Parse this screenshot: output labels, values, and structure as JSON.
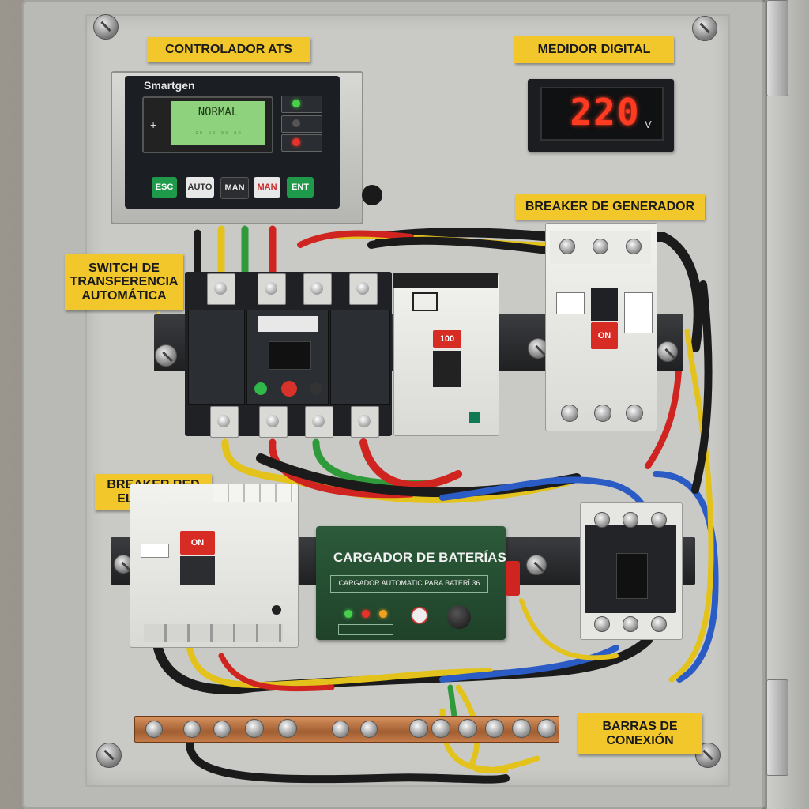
{
  "labels": {
    "ats_controller": "CONTROLADOR ATS",
    "digital_meter": "MEDIDOR DIGITAL",
    "generator_breaker": "BREAKER DE GENERADOR",
    "ats_switch_line1": "SWITCH DE",
    "ats_switch_line2": "TRANSFERENCIA",
    "ats_switch_line3": "AUTOMÁTICA",
    "grid_breaker_line1": "BREAKER RED",
    "grid_breaker_line2": "ELÉCTRICA",
    "busbar_line1": "BARRAS DE",
    "busbar_line2": "CONEXIÓN"
  },
  "controller": {
    "brand": "Smartgen",
    "lcd_text": "NORMAL",
    "keys": [
      "ESC",
      "AUTO",
      "MAN",
      "MAN",
      "ENT"
    ]
  },
  "meter": {
    "value": "220",
    "unit": "V"
  },
  "breakers": {
    "generator_handle": "ON",
    "grid_handle": "ON",
    "module_handle": "100"
  },
  "charger": {
    "title": "CARGADOR DE BATERÍAS",
    "subtitle": "CARGADOR AUTOMATIC PARA BATERÍ 36"
  },
  "colors": {
    "label_yellow": "#f2c72b",
    "charger_green": "#2c5a3a",
    "meter_red": "#ff3b22",
    "lcd_green": "#8fd27e",
    "handle_red": "#d62c24"
  },
  "icons": [
    "screw-icon",
    "led-icon",
    "bolt-icon",
    "hinge-icon",
    "warning-icon",
    "knob-icon"
  ]
}
